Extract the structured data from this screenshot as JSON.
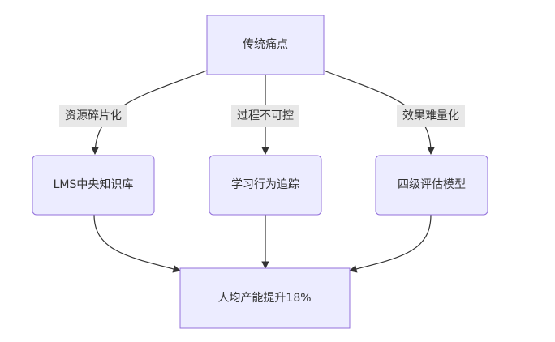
{
  "nodes": {
    "top": {
      "label": "传统痛点"
    },
    "left": {
      "label": "LMS中央知识库"
    },
    "middle": {
      "label": "学习行为追踪"
    },
    "right": {
      "label": "四级评估模型"
    },
    "bottom": {
      "label": "人均产能提升18%"
    }
  },
  "edges": {
    "top_left": {
      "label": "资源碎片化"
    },
    "top_middle": {
      "label": "过程不可控"
    },
    "top_right": {
      "label": "效果难量化"
    }
  },
  "colors": {
    "node_fill": "#ececff",
    "node_stroke": "#9370db",
    "edge_stroke": "#333333",
    "edge_label_bg": "#e8e8e8",
    "text": "#333333"
  }
}
